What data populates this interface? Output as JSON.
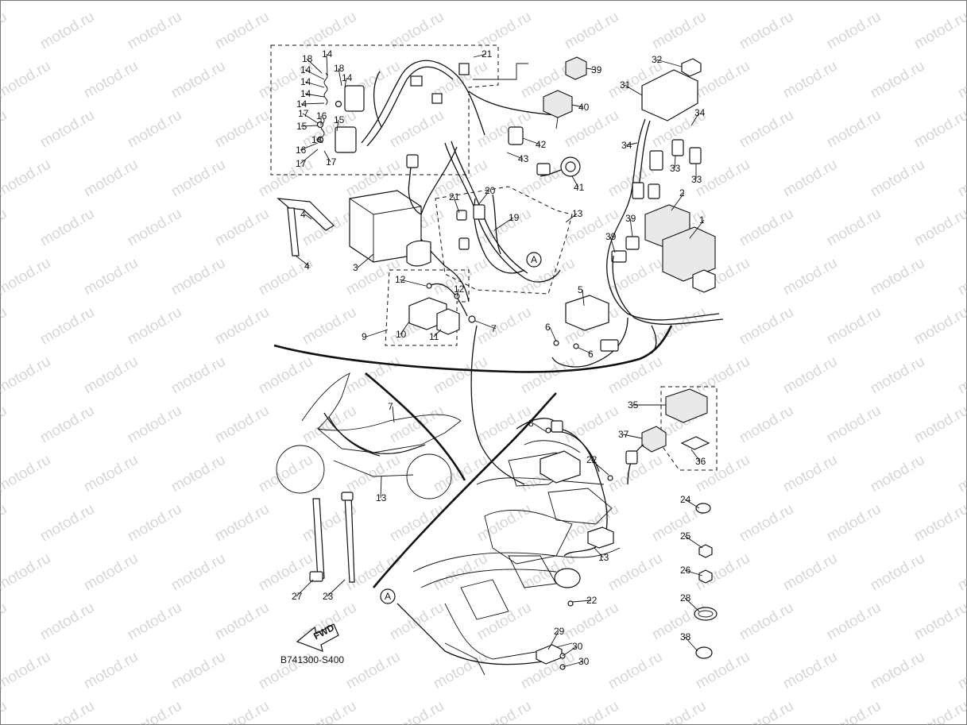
{
  "watermark": "motod.ru",
  "diagram_code": "B741300-S400",
  "fwd_label": "FWD",
  "ref_marker": "A",
  "callouts": [
    {
      "id": "c1",
      "text": "1"
    },
    {
      "id": "c2",
      "text": "2"
    },
    {
      "id": "c3",
      "text": "3"
    },
    {
      "id": "c4a",
      "text": "4"
    },
    {
      "id": "c4b",
      "text": "4"
    },
    {
      "id": "c5",
      "text": "5"
    },
    {
      "id": "c6a",
      "text": "6"
    },
    {
      "id": "c6b",
      "text": "6"
    },
    {
      "id": "c7a",
      "text": "7"
    },
    {
      "id": "c7b",
      "text": "7"
    },
    {
      "id": "c8",
      "text": "8"
    },
    {
      "id": "c9",
      "text": "9"
    },
    {
      "id": "c10",
      "text": "10"
    },
    {
      "id": "c11",
      "text": "11"
    },
    {
      "id": "c12a",
      "text": "12"
    },
    {
      "id": "c12b",
      "text": "12"
    },
    {
      "id": "c13a",
      "text": "13"
    },
    {
      "id": "c13b",
      "text": "13"
    },
    {
      "id": "c13c",
      "text": "13"
    },
    {
      "id": "c14a",
      "text": "14"
    },
    {
      "id": "c14b",
      "text": "14"
    },
    {
      "id": "c14c",
      "text": "14"
    },
    {
      "id": "c14d",
      "text": "14"
    },
    {
      "id": "c14e",
      "text": "14"
    },
    {
      "id": "c14f",
      "text": "14"
    },
    {
      "id": "c14g",
      "text": "14"
    },
    {
      "id": "c15a",
      "text": "15"
    },
    {
      "id": "c15b",
      "text": "15"
    },
    {
      "id": "c16a",
      "text": "16"
    },
    {
      "id": "c16b",
      "text": "16"
    },
    {
      "id": "c17a",
      "text": "17"
    },
    {
      "id": "c17b",
      "text": "17"
    },
    {
      "id": "c17c",
      "text": "17"
    },
    {
      "id": "c18a",
      "text": "18"
    },
    {
      "id": "c18b",
      "text": "18"
    },
    {
      "id": "c19",
      "text": "19"
    },
    {
      "id": "c20",
      "text": "20"
    },
    {
      "id": "c21a",
      "text": "21"
    },
    {
      "id": "c21b",
      "text": "21"
    },
    {
      "id": "c22a",
      "text": "22"
    },
    {
      "id": "c22b",
      "text": "22"
    },
    {
      "id": "c23",
      "text": "23"
    },
    {
      "id": "c24",
      "text": "24"
    },
    {
      "id": "c25",
      "text": "25"
    },
    {
      "id": "c26",
      "text": "26"
    },
    {
      "id": "c27",
      "text": "27"
    },
    {
      "id": "c28",
      "text": "28"
    },
    {
      "id": "c29",
      "text": "29"
    },
    {
      "id": "c30a",
      "text": "30"
    },
    {
      "id": "c30b",
      "text": "30"
    },
    {
      "id": "c31",
      "text": "31"
    },
    {
      "id": "c32",
      "text": "32"
    },
    {
      "id": "c33a",
      "text": "33"
    },
    {
      "id": "c33b",
      "text": "33"
    },
    {
      "id": "c34a",
      "text": "34"
    },
    {
      "id": "c34b",
      "text": "34"
    },
    {
      "id": "c35",
      "text": "35"
    },
    {
      "id": "c36",
      "text": "36"
    },
    {
      "id": "c37",
      "text": "37"
    },
    {
      "id": "c38",
      "text": "38"
    },
    {
      "id": "c39a",
      "text": "39"
    },
    {
      "id": "c39b",
      "text": "39"
    },
    {
      "id": "c39c",
      "text": "39"
    },
    {
      "id": "c40",
      "text": "40"
    },
    {
      "id": "c41",
      "text": "41"
    },
    {
      "id": "c42",
      "text": "42"
    },
    {
      "id": "c43",
      "text": "43"
    }
  ]
}
